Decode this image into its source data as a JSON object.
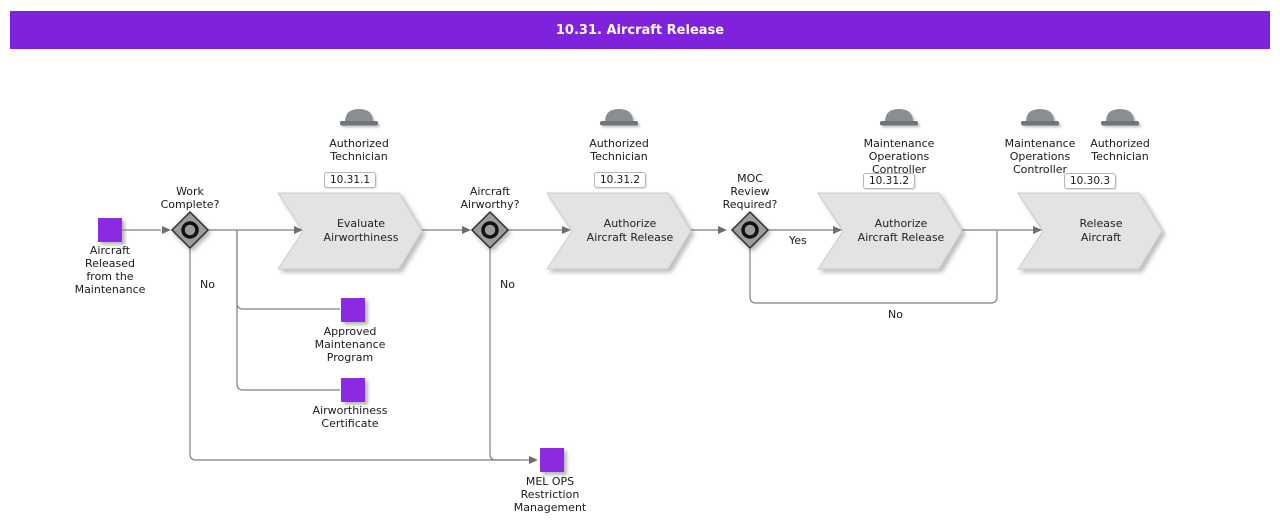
{
  "header": {
    "title": "10.31. Aircraft Release"
  },
  "colors": {
    "header-bg": "#7e22dc",
    "node-purple": "#8a2be2",
    "task-fill": "#e3e3e3",
    "task-stroke": "#cccccc",
    "line": "#7f7f7f",
    "decision-fill": "#9c9c9c",
    "text": "#1a1a1a"
  },
  "start": {
    "label": "Aircraft\nReleased\nfrom the\nMaintenance"
  },
  "decisions": [
    {
      "label": "Work\nComplete?"
    },
    {
      "label": "Aircraft\nAirworthy?"
    },
    {
      "label": "MOC\nReview\nRequired?"
    }
  ],
  "edge_labels": {
    "no1": "No",
    "no2": "No",
    "no3": "No",
    "yes": "Yes"
  },
  "tasks": [
    {
      "title": "Evaluate\nAirworthiness",
      "badge": "10.31.1",
      "roles": [
        {
          "name": "Authorized\nTechnician"
        }
      ]
    },
    {
      "title": "Authorize\nAircraft Release",
      "badge": "10.31.2",
      "roles": [
        {
          "name": "Authorized\nTechnician"
        }
      ]
    },
    {
      "title": "Authorize\nAircraft Release",
      "badge": "10.31.2",
      "roles": [
        {
          "name": "Maintenance\nOperations\nController"
        }
      ]
    },
    {
      "title": "Release\nAircraft",
      "badge": "10.30.3",
      "roles": [
        {
          "name": "Maintenance\nOperations\nController"
        },
        {
          "name": "Authorized\nTechnician"
        }
      ]
    }
  ],
  "artifacts": [
    {
      "label": "Approved\nMaintenance\nProgram"
    },
    {
      "label": "Airworthiness\nCertificate"
    },
    {
      "label": "MEL OPS\nRestriction\nManagement"
    }
  ]
}
